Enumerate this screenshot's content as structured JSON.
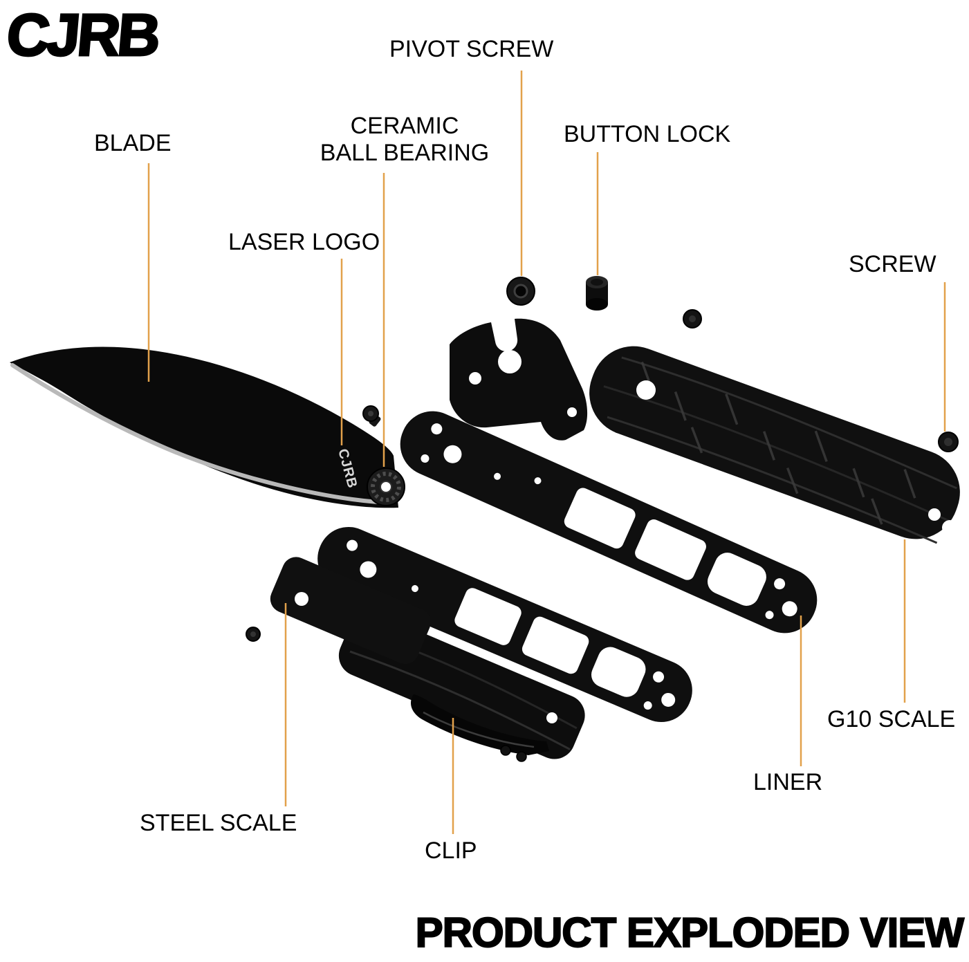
{
  "brand": {
    "logo_text": "CJRB"
  },
  "page_title": "PRODUCT EXPLODED VIEW",
  "labels": {
    "pivot_screw": "PIVOT SCREW",
    "blade": "BLADE",
    "ceramic_line1": "CERAMIC",
    "ceramic_line2": "BALL BEARING",
    "button_lock": "BUTTON LOCK",
    "laser_logo": "LASER LOGO",
    "screw": "SCREW",
    "g10_scale": "G10 SCALE",
    "liner": "LINER",
    "steel_scale": "STEEL SCALE",
    "clip": "CLIP"
  },
  "blade_markings": {
    "laser_logo_text": "CJRB"
  },
  "colors": {
    "leader_line": "#E2A14B",
    "part_fill": "#0f0f0f",
    "background": "#FFFFFF",
    "text": "#000000"
  }
}
